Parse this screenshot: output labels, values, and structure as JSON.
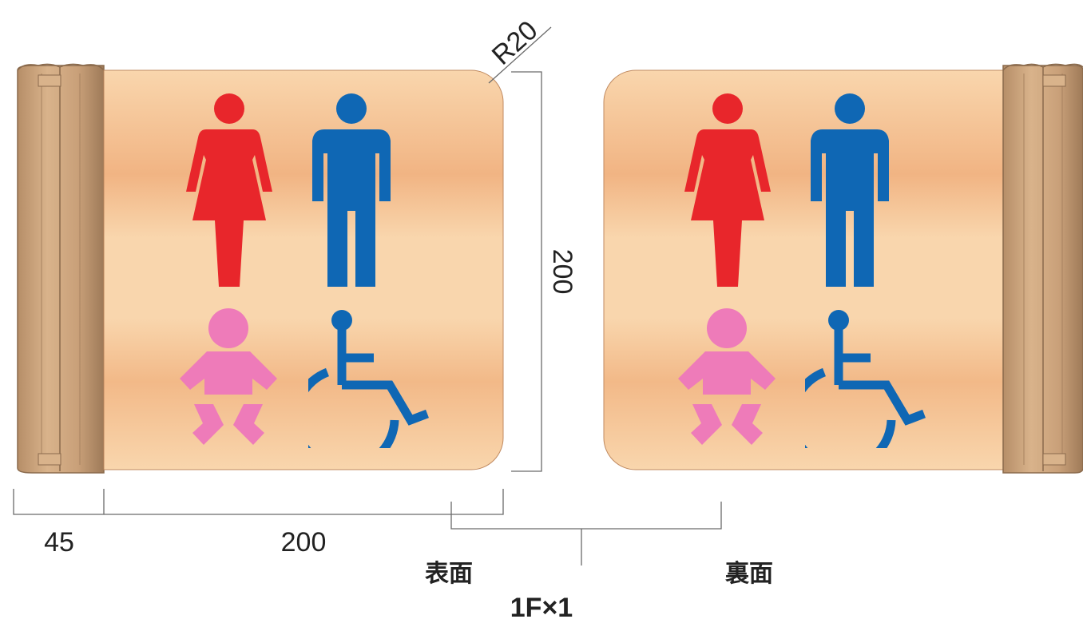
{
  "colors": {
    "panel_light": "#F8D3A8",
    "panel_band": "#F1B483",
    "bracket_light": "#D3AA80",
    "bracket_dark": "#9E7A58",
    "female": "#E8262B",
    "male": "#0F67B4",
    "baby": "#EE7BB9",
    "accessible": "#0F67B4",
    "dimension_line": "#6A6A6A"
  },
  "icons": [
    "female-icon",
    "male-icon",
    "baby-icon",
    "wheelchair-icon"
  ],
  "dimensions": {
    "corner_radius": "R20",
    "height": "200",
    "bracket_width": "45",
    "panel_width": "200"
  },
  "labels": {
    "front": "表面",
    "back": "裏面",
    "quantity": "1F×1"
  }
}
